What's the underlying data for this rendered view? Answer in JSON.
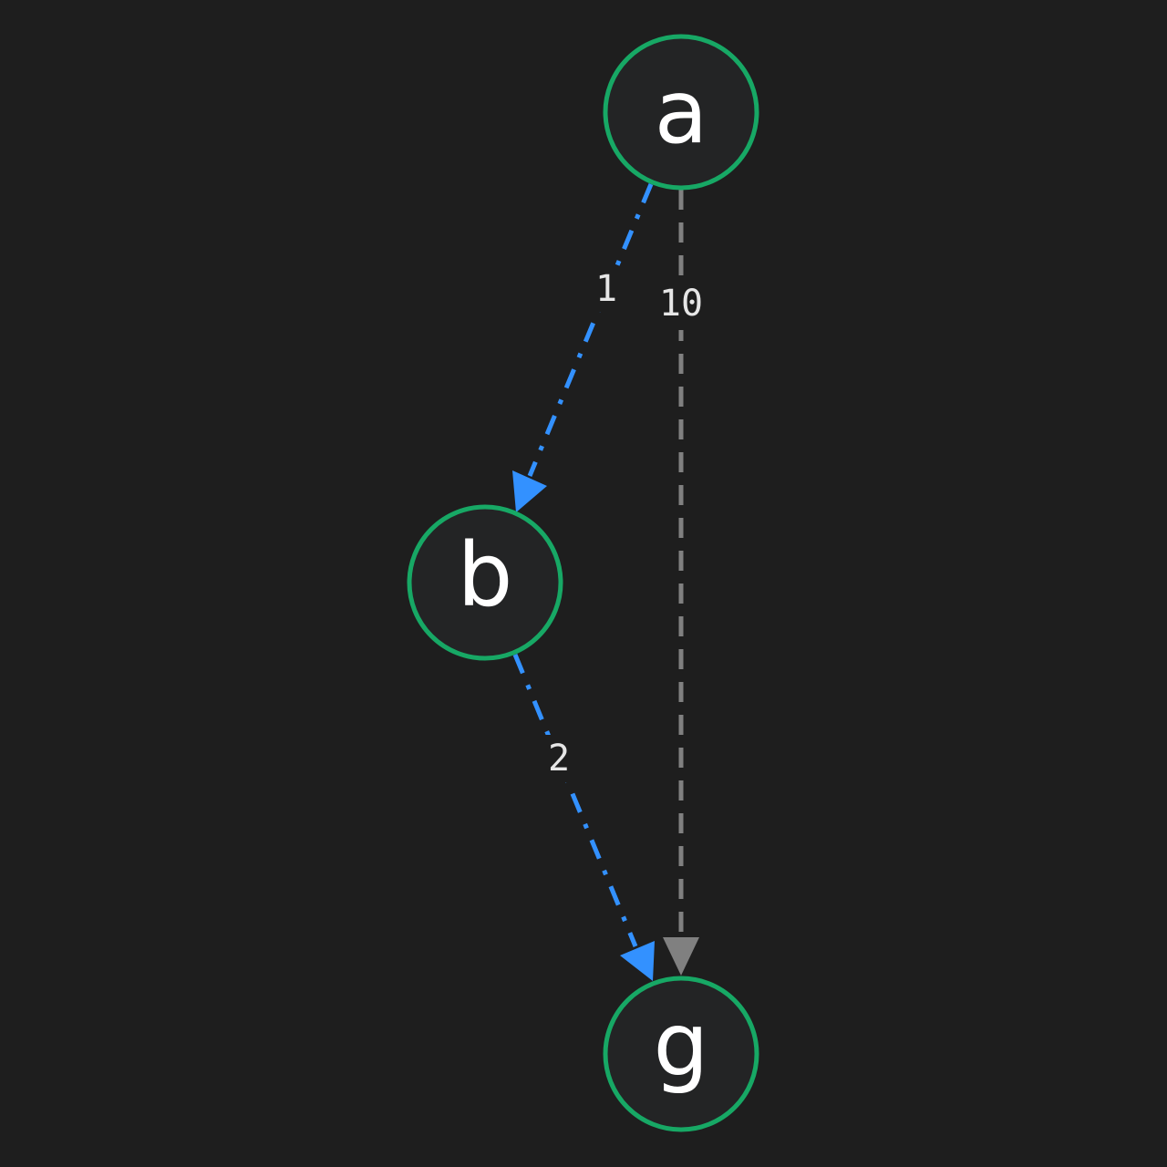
{
  "colors": {
    "background": "#1e1e1e",
    "node_fill": "#232425",
    "node_stroke": "#17a865",
    "path_edge": "#3391ff",
    "other_edge": "#808080",
    "label_text": "#e6e6e6"
  },
  "nodes": [
    {
      "id": "a",
      "label": "a"
    },
    {
      "id": "b",
      "label": "b"
    },
    {
      "id": "g",
      "label": "g"
    }
  ],
  "edges": [
    {
      "id": "a-b",
      "from": "a",
      "to": "b",
      "weight": "1",
      "on_path": true
    },
    {
      "id": "a-g",
      "from": "a",
      "to": "g",
      "weight": "10",
      "on_path": false
    },
    {
      "id": "b-g",
      "from": "b",
      "to": "g",
      "weight": "2",
      "on_path": true
    }
  ]
}
